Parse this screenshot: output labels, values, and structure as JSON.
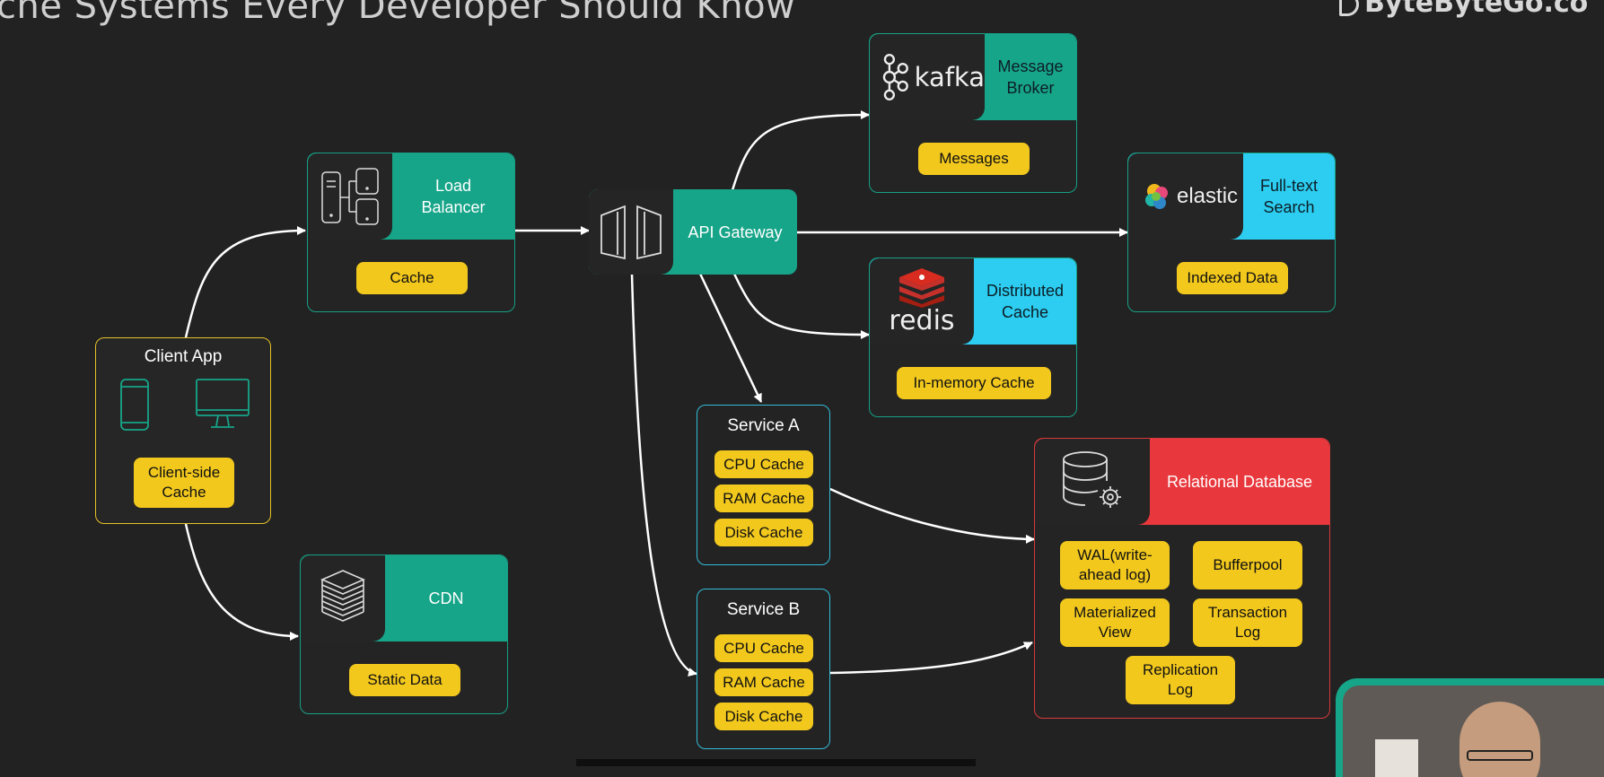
{
  "title": "che Systems Every Developer Should Know",
  "brand": "ByteByteGo.co",
  "nodes": {
    "load_balancer": {
      "label": "Load\nBalancer",
      "pill": "Cache"
    },
    "api_gateway": {
      "label": "API Gateway"
    },
    "kafka": {
      "logo": "kafka",
      "label": "Message\nBroker",
      "pill": "Messages"
    },
    "elastic": {
      "logo": "elastic",
      "label": "Full-text\nSearch",
      "pill": "Indexed Data"
    },
    "redis": {
      "logo": "redis",
      "label": "Distributed\nCache",
      "pill": "In-memory Cache"
    },
    "client_app": {
      "label": "Client App",
      "pill": "Client-side\nCache"
    },
    "cdn": {
      "label": "CDN",
      "pill": "Static Data"
    },
    "service_a": {
      "label": "Service A",
      "pills": [
        "CPU Cache",
        "RAM Cache",
        "Disk Cache"
      ]
    },
    "service_b": {
      "label": "Service B",
      "pills": [
        "CPU Cache",
        "RAM Cache",
        "Disk Cache"
      ]
    },
    "database": {
      "label": "Relational Database",
      "pills": [
        "WAL(write-\nahead log)",
        "Bufferpool",
        "Materialized\nView",
        "Transaction\nLog",
        "Replication\nLog"
      ]
    }
  },
  "colors": {
    "background": "#222222",
    "teal": "#17a589",
    "cyan": "#2ccdf0",
    "red": "#e8383d",
    "pill": "#f2c81d",
    "client_border": "#e6c12a",
    "service_border": "#33bcd8"
  }
}
